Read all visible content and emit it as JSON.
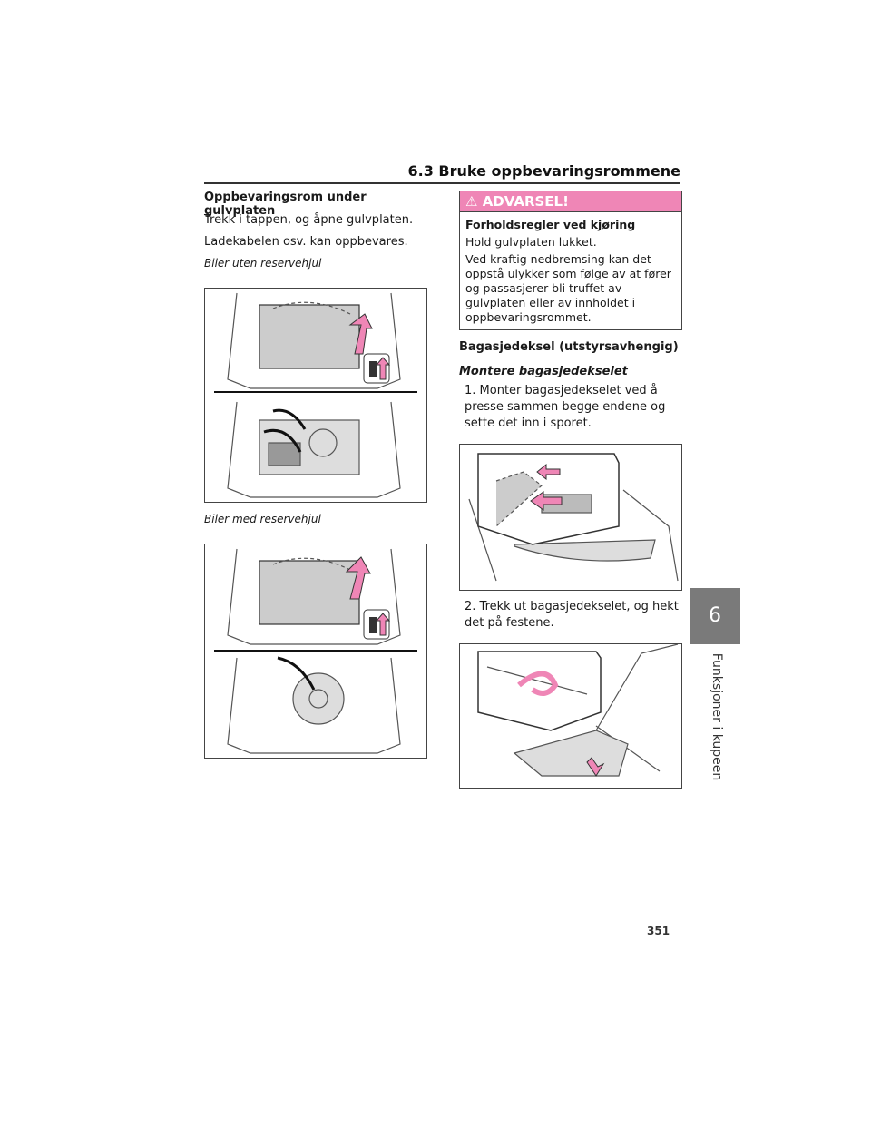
{
  "header": {
    "section_title": "6.3 Bruke oppbevaringsrommene"
  },
  "side_tab": {
    "number": "6",
    "label": "Funksjoner i kupeen"
  },
  "left": {
    "heading": "Oppbevaringsrom under gulvplaten",
    "para1": "Trekk i tappen, og åpne gulvplaten.",
    "para2": "Ladekabelen osv. kan oppbevares.",
    "caption1": "Biler uten reservehjul",
    "caption2": "Biler med reservehjul"
  },
  "warning": {
    "title": "ADVARSEL!",
    "subtitle": "Forholdsregler ved kjøring",
    "line1": "Hold gulvplaten lukket.",
    "line2": "Ved kraftig nedbremsing kan det oppstå ulykker som følge av at fører og passasjerer bli truffet av gulvplaten eller av innholdet i oppbevaringsrommet."
  },
  "right": {
    "heading": "Bagasjedeksel (utstyrsavhengig)",
    "subheading": "Montere bagasjedekselet",
    "step1": "1. Monter bagasjedekselet ved å presse sammen begge endene og sette det inn i sporet.",
    "step2": "2. Trekk ut bagasjedekselet, og hekt det på festene."
  },
  "page_number": "351",
  "colors": {
    "accent_pink": "#ef86b6",
    "tab_gray": "#7a7a7a"
  }
}
